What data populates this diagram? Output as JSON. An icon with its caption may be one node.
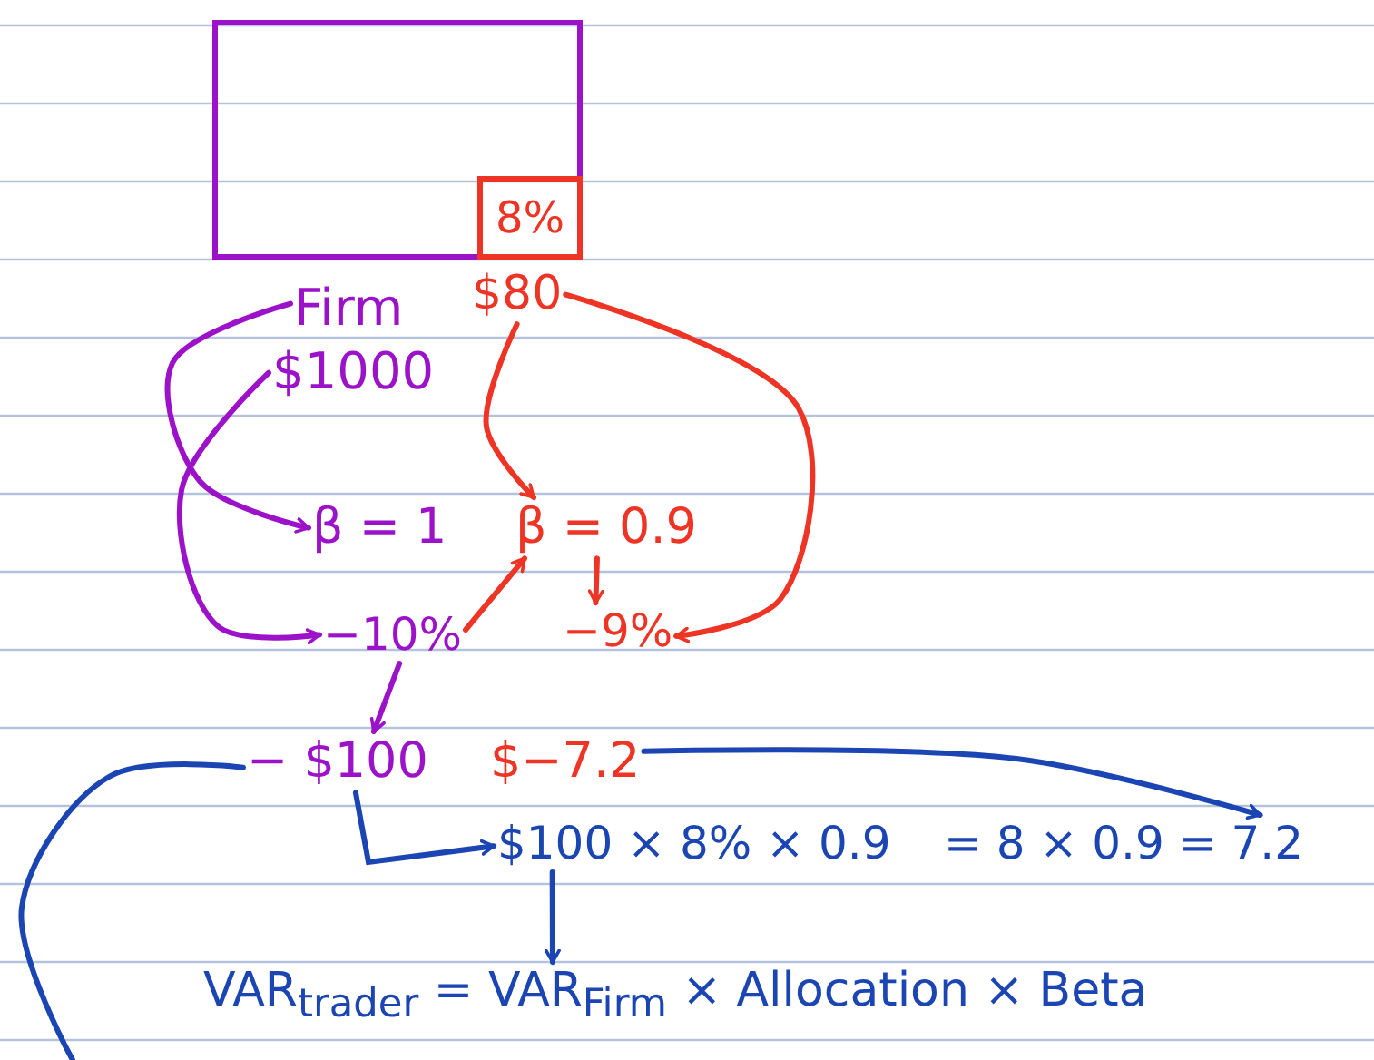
{
  "diagram": {
    "nodes": [
      {
        "text": [],
        "shape": "box"
      },
      {
        "text": [
          "8%"
        ],
        "in": 0
      },
      {
        "text": [
          "Firm"
        ]
      },
      {
        "text": [
          "$1000"
        ]
      },
      {
        "text": [
          "$80"
        ]
      },
      {
        "text": [
          "β = 1"
        ]
      },
      {
        "text": [
          "β = 0.9"
        ]
      },
      {
        "text": [
          "−10%"
        ]
      },
      {
        "text": [
          "−9%"
        ]
      },
      {
        "text": [
          "− $100"
        ]
      },
      {
        "text": [
          "$−7.2"
        ]
      },
      {
        "text": [
          "$100 × 8% × 0.9"
        ]
      },
      {
        "text": [
          "= 8 × 0.9 = 7.2"
        ]
      },
      {
        "text": [
          "VAR$_{trader}$ = VAR$_{Firm}$ × Allocation × Beta"
        ]
      }
    ],
    "edges": [
      {
        "from": 2,
        "to": 5,
        "arrow": "to",
        "color": "#9b12c8"
      },
      {
        "from": 3,
        "to": 7,
        "arrow": "to",
        "color": "#9b12c8"
      },
      {
        "from": 4,
        "to": 6,
        "arrow": "to",
        "color": "#ee3424"
      },
      {
        "from": 4,
        "to": 8,
        "arrow": "to",
        "color": "#ee3424"
      },
      {
        "from": 7,
        "to": 6,
        "arrow": "to",
        "color": "#ee3424"
      },
      {
        "from": 6,
        "to": 8,
        "arrow": "to",
        "color": "#ee3424"
      },
      {
        "from": 7,
        "to": 9,
        "arrow": "to",
        "color": "#9b12c8"
      },
      {
        "from": 9,
        "to": 11,
        "arrow": "to",
        "color": "#1a45b2"
      },
      {
        "from": 10,
        "to": 12,
        "arrow": "to",
        "color": "#1a45b2"
      },
      {
        "from": 11,
        "to": 13,
        "arrow": "to",
        "color": "#1a45b2"
      },
      {
        "from": 9,
        "to": null,
        "arrow": "none",
        "color": "#1a45b2"
      }
    ]
  }
}
